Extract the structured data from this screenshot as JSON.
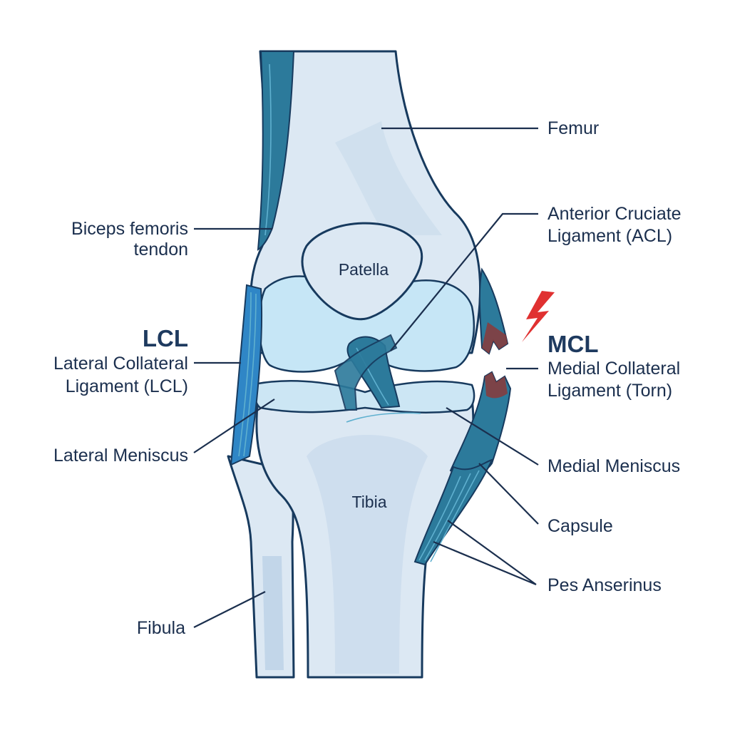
{
  "structures": {
    "femur": "Femur",
    "patella": "Patella",
    "tibia": "Tibia",
    "fibula": "Fibula"
  },
  "labels": {
    "biceps_line1": "Biceps femoris",
    "biceps_line2": "tendon",
    "lcl_abbr": "LCL",
    "lcl_line1": "Lateral Collateral",
    "lcl_line2": "Ligament (LCL)",
    "lateral_meniscus": "Lateral Meniscus",
    "acl_line1": "Anterior Cruciate",
    "acl_line2": "Ligament (ACL)",
    "mcl_abbr": "MCL",
    "mcl_line1": "Medial Collateral",
    "mcl_line2": "Ligament (Torn)",
    "medial_meniscus": "Medial Meniscus",
    "capsule": "Capsule",
    "pes_anserinus": "Pes Anserinus"
  },
  "icons": {
    "injury": "lightning-bolt-icon"
  },
  "colors": {
    "bone": "#dce8f3",
    "outline": "#173a5e",
    "ligament": "#2c7a9b",
    "lcl": "#2f86c6",
    "tear": "#8b3a3a",
    "injury_bolt": "#e03131",
    "text": "#1b2f4e"
  }
}
